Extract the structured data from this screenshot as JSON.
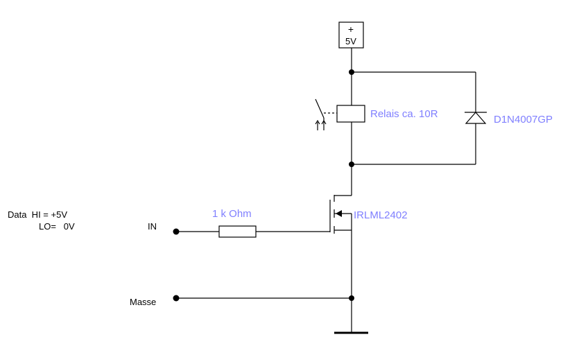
{
  "supply": {
    "plus": "+",
    "voltage": "5V"
  },
  "relay": {
    "label": "Relais ca. 10R"
  },
  "diode": {
    "label": "D1N4007GP"
  },
  "mosfet": {
    "label": "IRLML2402"
  },
  "resistor": {
    "label": "1 k Ohm"
  },
  "terminals": {
    "in": "IN",
    "ground": "Masse"
  },
  "data_note": {
    "line1": "Data  HI = +5V",
    "line2": "LO=   0V"
  },
  "colors": {
    "label": "#7f7fff",
    "wire": "#000000"
  }
}
